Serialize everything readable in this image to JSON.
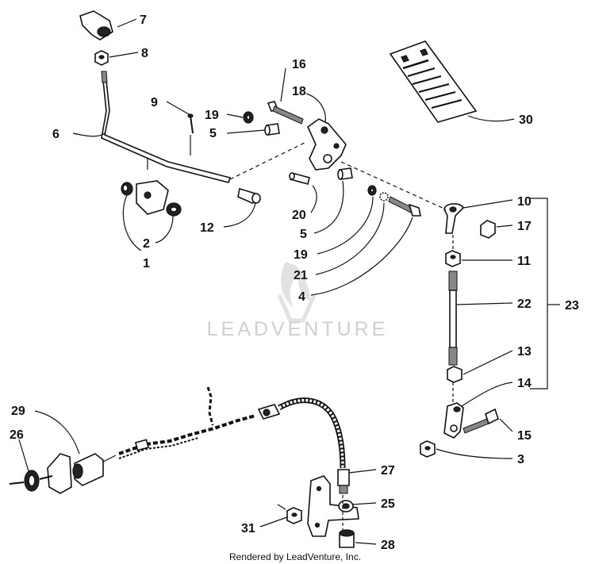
{
  "watermark": "LEADVENTURE",
  "credit": "Rendered by LeadVenture, Inc.",
  "callouts": [
    {
      "id": "7",
      "text": "7"
    },
    {
      "id": "8",
      "text": "8"
    },
    {
      "id": "9",
      "text": "9"
    },
    {
      "id": "6",
      "text": "6"
    },
    {
      "id": "2",
      "text": "2"
    },
    {
      "id": "1",
      "text": "1"
    },
    {
      "id": "12",
      "text": "12"
    },
    {
      "id": "16",
      "text": "16"
    },
    {
      "id": "18",
      "text": "18"
    },
    {
      "id": "19a",
      "text": "19"
    },
    {
      "id": "5a",
      "text": "5"
    },
    {
      "id": "20",
      "text": "20"
    },
    {
      "id": "5b",
      "text": "5"
    },
    {
      "id": "19b",
      "text": "19"
    },
    {
      "id": "21",
      "text": "21"
    },
    {
      "id": "4",
      "text": "4"
    },
    {
      "id": "30",
      "text": "30"
    },
    {
      "id": "10",
      "text": "10"
    },
    {
      "id": "17",
      "text": "17"
    },
    {
      "id": "11",
      "text": "11"
    },
    {
      "id": "22",
      "text": "22"
    },
    {
      "id": "23",
      "text": "23"
    },
    {
      "id": "13",
      "text": "13"
    },
    {
      "id": "14",
      "text": "14"
    },
    {
      "id": "15",
      "text": "15"
    },
    {
      "id": "3",
      "text": "3"
    },
    {
      "id": "29",
      "text": "29"
    },
    {
      "id": "26",
      "text": "26"
    },
    {
      "id": "27",
      "text": "27"
    },
    {
      "id": "25",
      "text": "25"
    },
    {
      "id": "31",
      "text": "31"
    },
    {
      "id": "28",
      "text": "28"
    }
  ]
}
